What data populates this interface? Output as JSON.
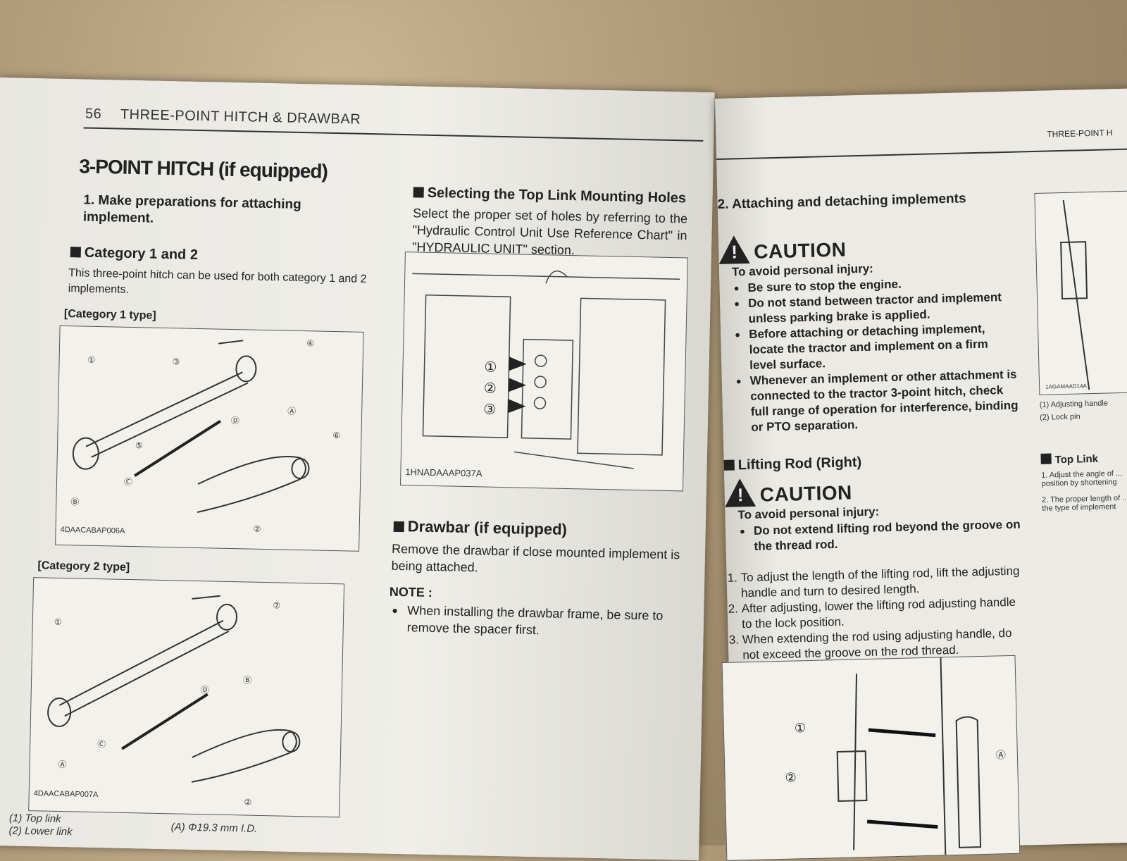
{
  "left_page": {
    "page_number": "56",
    "running_head": "THREE-POINT HITCH & DRAWBAR",
    "title": "3-POINT HITCH (if equipped)",
    "step1": "1.  Make preparations for attaching implement.",
    "category_heading": "Category 1 and 2",
    "category_text": "This three-point hitch can be used for both category 1 and 2 implements.",
    "fig1_label": "[Category 1 type]",
    "fig1_code": "4DAACABAP006A",
    "fig2_label": "[Category 2 type]",
    "fig2_code": "4DAACABAP007A",
    "captions": [
      "(1) Top link",
      "(2) Lower link",
      "(A) Φ19.3 mm I.D."
    ],
    "toplink_heading": "Selecting the Top Link Mounting Holes",
    "toplink_text": "Select the proper set of holes by referring to the \"Hydraulic Control Unit Use Reference Chart\" in \"HYDRAULIC UNIT\" section.",
    "fig3_code": "1HNADAAAP037A",
    "drawbar_heading": "Drawbar (if equipped)",
    "drawbar_text": "Remove the drawbar if close mounted implement is being attached.",
    "note_label": "NOTE :",
    "note_text": "When installing the drawbar frame, be sure to remove the spacer first.",
    "callouts": [
      "①",
      "②",
      "③",
      "④",
      "⑤",
      "⑥",
      "⑦",
      "Ⓐ",
      "Ⓑ",
      "Ⓒ",
      "Ⓓ"
    ]
  },
  "right_page": {
    "running_head": "THREE-POINT H",
    "step2": "2.  Attaching and detaching implements",
    "caution1": {
      "title": "CAUTION",
      "intro": "To avoid personal injury:",
      "items": [
        "Be sure to stop the engine.",
        "Do not stand between tractor and implement unless parking brake is applied.",
        "Before attaching or detaching implement, locate the tractor and implement on a firm level surface.",
        "Whenever an implement or other attachment is connected to the tractor 3-point hitch, check full range of operation for interference, binding or PTO separation."
      ]
    },
    "lifting_heading": "Lifting Rod (Right)",
    "caution2": {
      "title": "CAUTION",
      "intro": "To avoid personal injury:",
      "items": [
        "Do not extend lifting rod beyond the groove on the thread rod."
      ]
    },
    "steps": [
      "To adjust the length of the lifting rod, lift the adjusting handle and turn to desired length.",
      "After adjusting, lower the lifting rod adjusting handle to the lock position.",
      "When extending the rod using adjusting handle, do not exceed the groove on the rod thread."
    ],
    "side_fig_code": "1AGAMAAD14A",
    "side_captions": [
      "(1) Adjusting handle",
      "(2) Lock pin"
    ],
    "toplink_heading": "Top Link",
    "toplink_items": [
      "1. Adjust the angle of ... position by shortening",
      "2. The proper length of ... the type of implement"
    ]
  }
}
